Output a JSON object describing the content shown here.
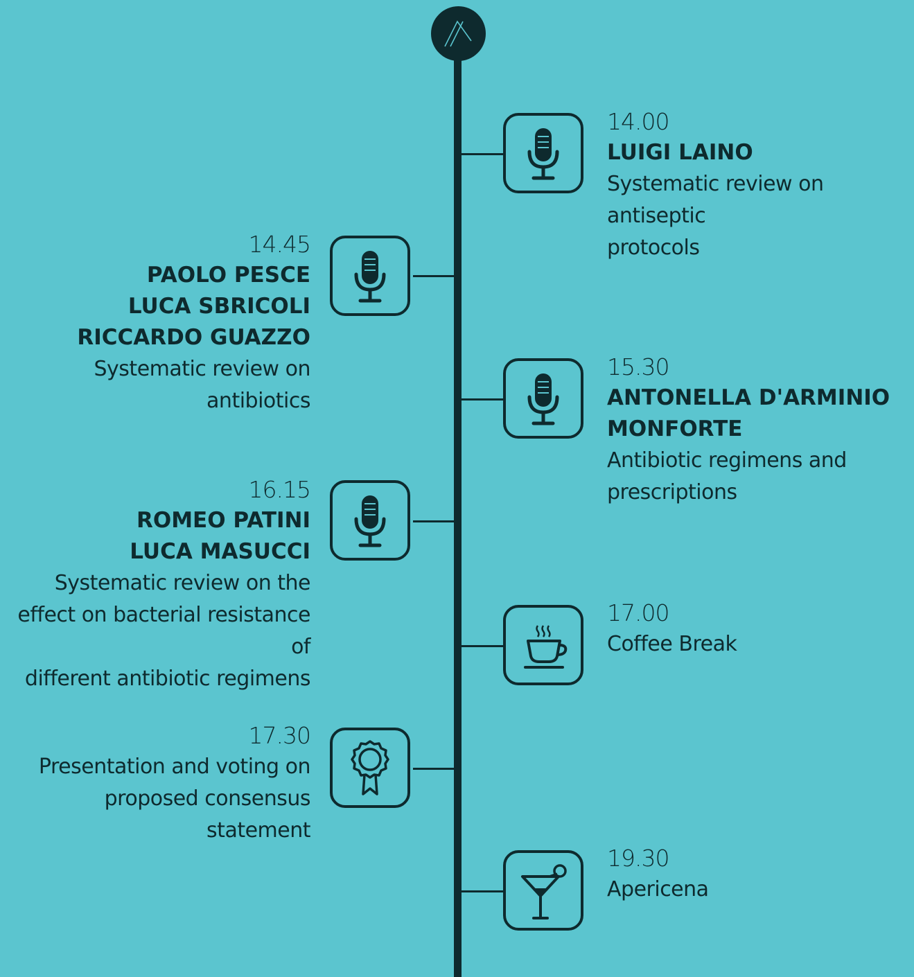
{
  "events": [
    {
      "time": "14.00",
      "names": [
        "LUIGI LAINO"
      ],
      "description": [
        "Systematic review on antiseptic",
        "protocols"
      ],
      "icon": "microphone-icon"
    },
    {
      "time": "14.45",
      "names": [
        "PAOLO PESCE",
        "LUCA SBRICOLI",
        "RICCARDO GUAZZO"
      ],
      "description": [
        "Systematic review on antibiotics"
      ],
      "icon": "microphone-icon"
    },
    {
      "time": "15.30",
      "names": [
        "ANTONELLA D'ARMINIO",
        "MONFORTE"
      ],
      "description": [
        "Antibiotic regimens and",
        "prescriptions"
      ],
      "icon": "microphone-icon"
    },
    {
      "time": "16.15",
      "names": [
        "ROMEO PATINI",
        "LUCA MASUCCI"
      ],
      "description": [
        "Systematic review on the",
        "effect on bacterial resistance of",
        "different antibiotic regimens"
      ],
      "icon": "microphone-icon"
    },
    {
      "time": "17.00",
      "description": [
        "Coffee Break"
      ],
      "icon": "coffee-cup-icon"
    },
    {
      "time": "17.30",
      "description": [
        "Presentation and voting on",
        "proposed consensus statement"
      ],
      "icon": "award-ribbon-icon"
    },
    {
      "time": "19.30",
      "description": [
        "Apericena"
      ],
      "icon": "cocktail-glass-icon"
    }
  ],
  "colors": {
    "background": "#5BC5CF",
    "ink": "#0E2A2E"
  }
}
